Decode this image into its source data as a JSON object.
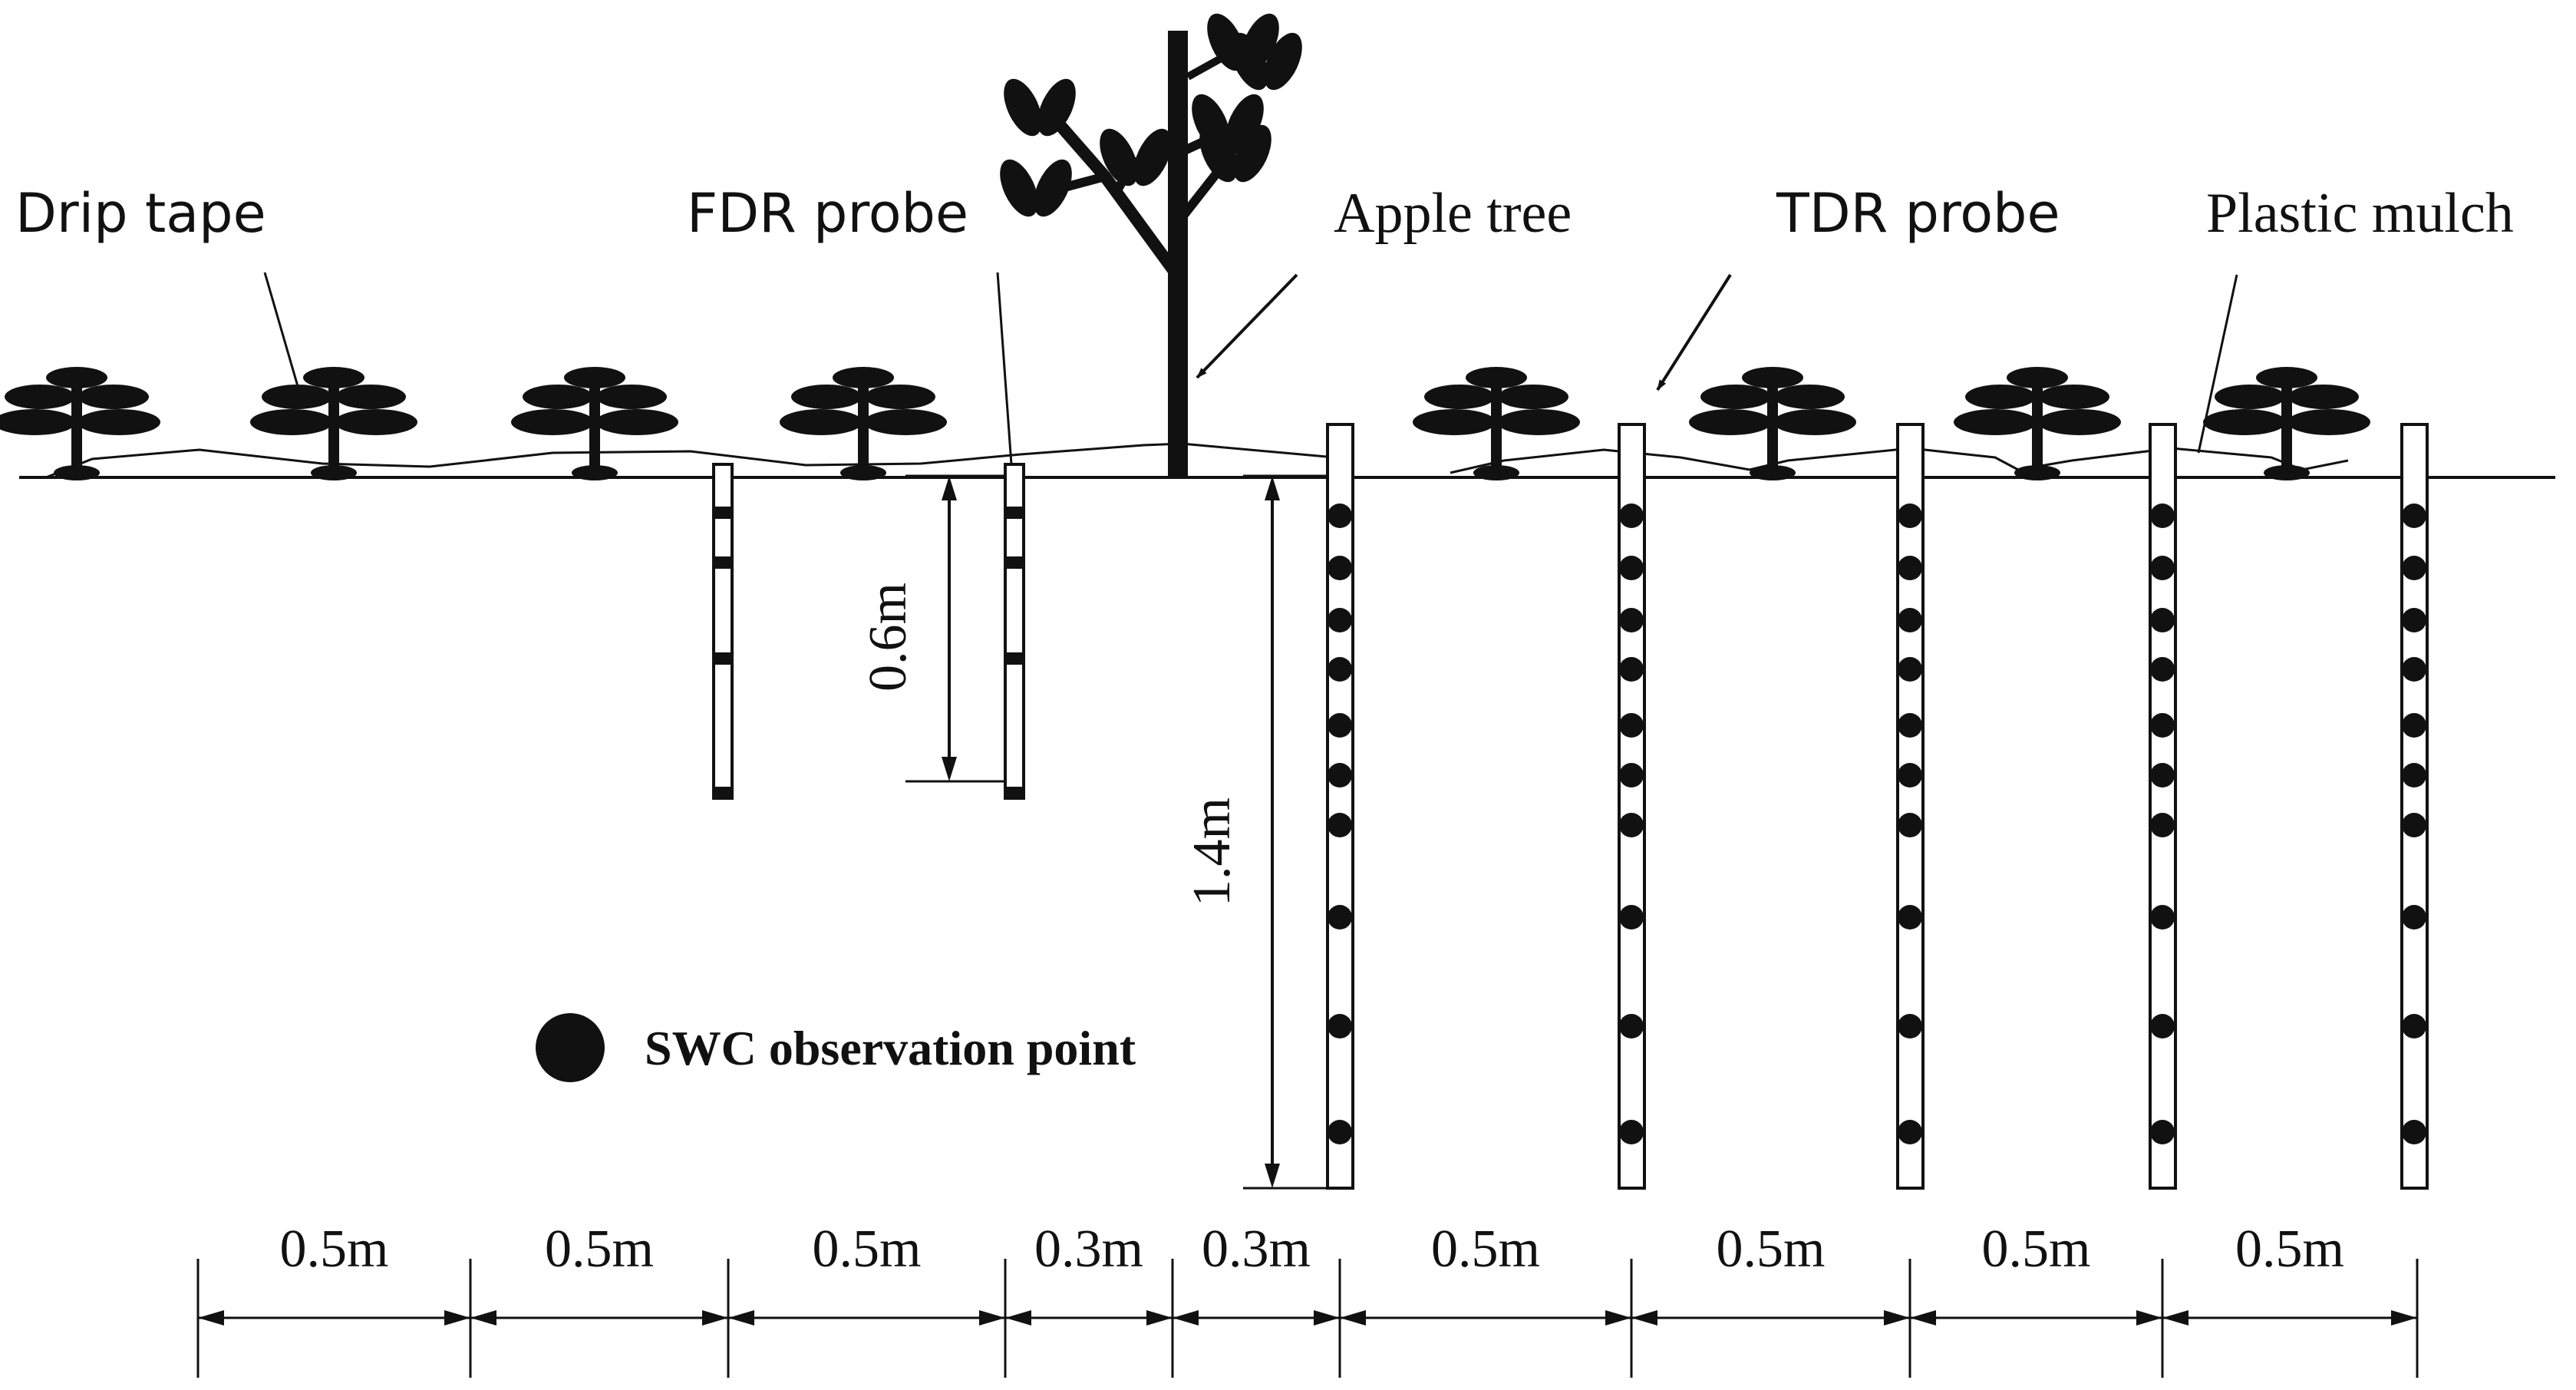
{
  "labels": {
    "drip_tape": "Drip tape",
    "fdr_probe": "FDR probe",
    "apple_tree": "Apple tree",
    "tdr_probe": "TDR probe",
    "plastic_mulch": "Plastic mulch"
  },
  "depths": {
    "fdr_depth": "0.6m",
    "tdr_depth": "1.4m"
  },
  "legend": {
    "swc_point": "SWC observation point"
  },
  "spacing": [
    "0.5m",
    "0.5m",
    "0.5m",
    "0.3m",
    "0.3m",
    "0.5m",
    "0.5m",
    "0.5m",
    "0.5m"
  ],
  "colors": {
    "ink": "#111111",
    "background": "#ffffff"
  }
}
